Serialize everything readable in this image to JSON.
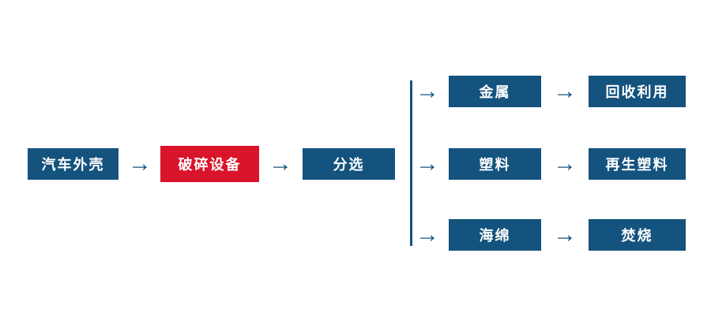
{
  "icons": {
    "arrow_right": "→"
  },
  "colors": {
    "primary": "#14537e",
    "accent": "#d9142b",
    "text": "#ffffff",
    "background": "#ffffff"
  },
  "flow": {
    "main": [
      {
        "label": "汽车外壳",
        "variant": "blue"
      },
      {
        "label": "破碎设备",
        "variant": "red"
      },
      {
        "label": "分选",
        "variant": "blue"
      }
    ],
    "branches": [
      {
        "label": "金属",
        "result": "回收利用"
      },
      {
        "label": "塑料",
        "result": "再生塑料"
      },
      {
        "label": "海绵",
        "result": "焚烧"
      }
    ]
  }
}
